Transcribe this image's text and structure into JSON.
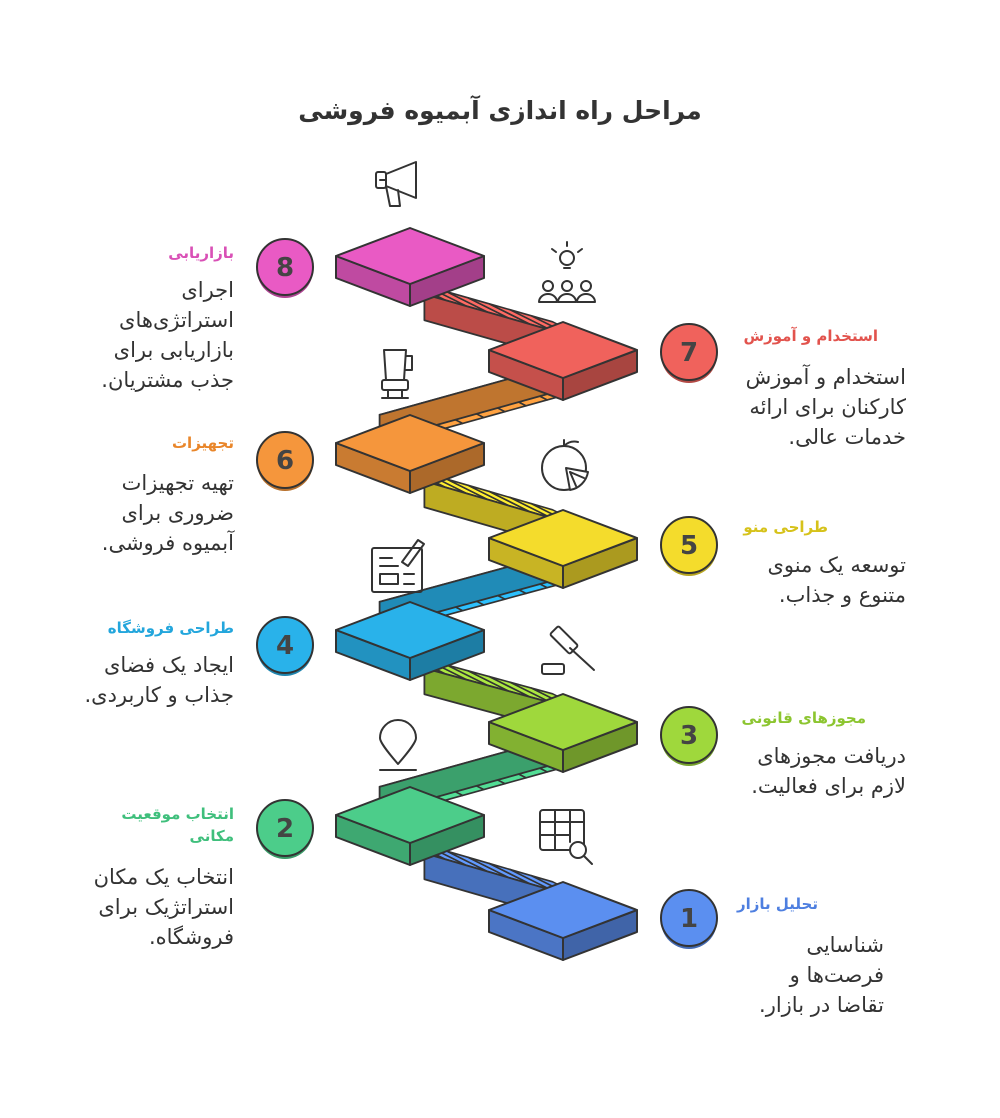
{
  "title": "مراحل راه اندازی آبمیوه فروشی",
  "steps": [
    {
      "number": "1",
      "title": "تحلیل بازار",
      "description": "شناسایی فرصت‌ها و تقاضا در بازار.",
      "color": "#5b8ff0",
      "icon": "table-search-icon"
    },
    {
      "number": "2",
      "title": "انتخاب موقعیت مکانی",
      "description": "انتخاب یک مکان استراتژیک برای فروشگاه.",
      "color": "#4ccd8a",
      "icon": "location-pin-icon"
    },
    {
      "number": "3",
      "title": "مجوزهای قانونی",
      "description": "دریافت مجوزهای لازم برای فعالیت.",
      "color": "#9fd83c",
      "icon": "gavel-icon"
    },
    {
      "number": "4",
      "title": "طراحی فروشگاه",
      "description": "ایجاد یک فضای جذاب و کاربردی.",
      "color": "#29b2ea",
      "icon": "blueprint-pencil-icon"
    },
    {
      "number": "5",
      "title": "طراحی منو",
      "description": "توسعه یک منوی متنوع و جذاب.",
      "color": "#f4dc2c",
      "icon": "fruit-slice-icon"
    },
    {
      "number": "6",
      "title": "تجهیزات",
      "description": "تهیه تجهیزات ضروری برای آبمیوه فروشی.",
      "color": "#f5963c",
      "icon": "blender-icon"
    },
    {
      "number": "7",
      "title": "استخدام و آموزش",
      "description": "استخدام و آموزش کارکنان برای ارائه خدمات عالی.",
      "color": "#f0625c",
      "icon": "team-idea-icon"
    },
    {
      "number": "8",
      "title": "بازاریابی",
      "description": "اجرای استراتژی‌های بازاریابی برای جذب مشتریان.",
      "color": "#e95ac4",
      "icon": "megaphone-icon"
    }
  ]
}
